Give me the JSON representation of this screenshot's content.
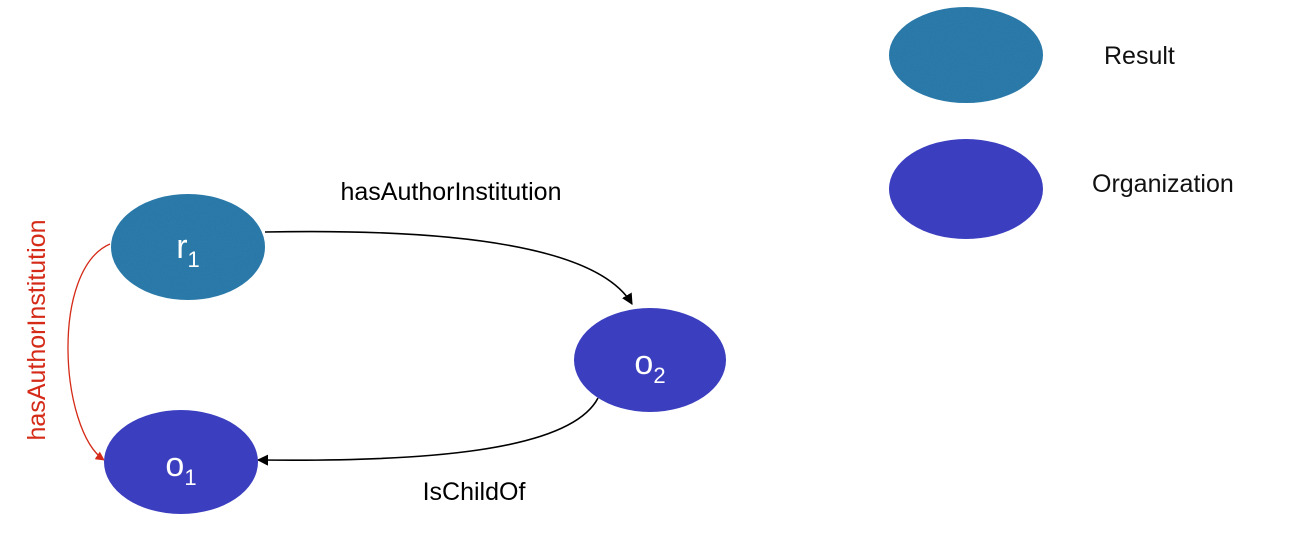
{
  "colors": {
    "result": "#2f7fb0",
    "organization": "#3b3fbf",
    "edge": "#000000",
    "inferred_edge": "#d42a17"
  },
  "legend": {
    "result_label": "Result",
    "organization_label": "Organization"
  },
  "nodes": {
    "r1": {
      "base": "r",
      "sub": "1",
      "type": "result"
    },
    "o1": {
      "base": "o",
      "sub": "1",
      "type": "organization"
    },
    "o2": {
      "base": "o",
      "sub": "2",
      "type": "organization"
    }
  },
  "edges": {
    "r1_o2": {
      "label": "hasAuthorInstitution"
    },
    "o2_o1": {
      "label": "IsChildOf"
    },
    "r1_o1": {
      "label": "hasAuthorInstitution"
    }
  }
}
